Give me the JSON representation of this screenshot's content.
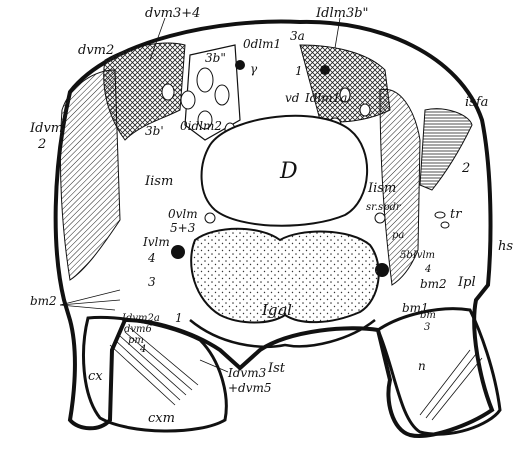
{
  "figure": {
    "labels": {
      "dvm34": "dvm3+4",
      "dvm2": "dvm2",
      "3b2": "3b\"",
      "0dlm1": "0dlm1",
      "Idlm3b": "Idlm3b\"",
      "ldvm2_a": "Idvm",
      "ldvm2_b": "2",
      "gamma": "γ",
      "one": "1",
      "3a": "3a",
      "vd": "vd",
      "Idlm1a": "Idlm1a",
      "isfa": "isfa",
      "3b1": "3b'",
      "0idlm2": "0idlm2",
      "2_right": "2",
      "D": "D",
      "Iism": "Iism",
      "Iism_r": "Iism",
      "srspdr": "sr.spdr",
      "0vlm": "0vlm",
      "53": "5+3",
      "tr": "tr",
      "hs": "hs",
      "pa": "pa",
      "Ivlm": "Ivlm",
      "four_l": "4",
      "5bIvlm": "5bIvlm",
      "four_r": "4",
      "bm2_r": "bm2",
      "Ipl": "Ipl",
      "bm2_l": "bm2",
      "three": "3",
      "bm1": "bm1",
      "Iggl": "Iggl",
      "one_lower": "1",
      "Idvm2a": "Idvm2a",
      "dvm6": "dvm6",
      "pm": "pm",
      "four_pm": "4",
      "bm": "bm",
      "three_r": "3",
      "n": "n",
      "Ist": "Ist",
      "cx": "cx",
      "Idvm3": "Idvm3",
      "dvm5": "+dvm5",
      "cxm": "cxm"
    }
  }
}
